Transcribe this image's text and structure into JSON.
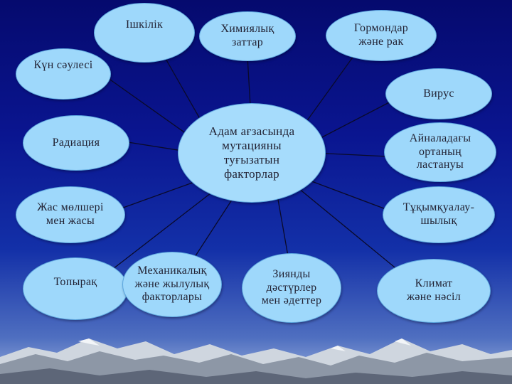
{
  "diagram": {
    "center": {
      "label": "Адам ағзасында\nмутацияны\nтуғызатын\nфакторлар"
    },
    "nodes": [
      {
        "id": "ishkilik",
        "label": "Ішкілік"
      },
      {
        "id": "khimiyalyq",
        "label": "Химиялық\nзаттар"
      },
      {
        "id": "gormon",
        "label": "Гормондар\nжәне рак"
      },
      {
        "id": "kun",
        "label": "Күн сәулесі"
      },
      {
        "id": "virus",
        "label": "Вирус"
      },
      {
        "id": "radiatsiya",
        "label": "Радиация"
      },
      {
        "id": "ainala",
        "label": "Айналадағы\nортаның\nластануы"
      },
      {
        "id": "zhas",
        "label": "Жас мөлшері\nмен жасы"
      },
      {
        "id": "tuqym",
        "label": "Тұқымқуалау-\nшылық"
      },
      {
        "id": "topyraq",
        "label": "Топырақ"
      },
      {
        "id": "mekhanikalyq",
        "label": "Механикалық\nжәне жылулық\nфакторлары"
      },
      {
        "id": "ziyandy",
        "label": "Зиянды\nдәстүрлер\nмен әдеттер"
      },
      {
        "id": "klimat",
        "label": "Климат\nжәне нәсіл"
      }
    ]
  },
  "colors": {
    "node_fill": "#9ed8fb",
    "background_top": "#050a6e",
    "background_bottom": "#9fb4df",
    "connector": "#0a0a2a"
  }
}
